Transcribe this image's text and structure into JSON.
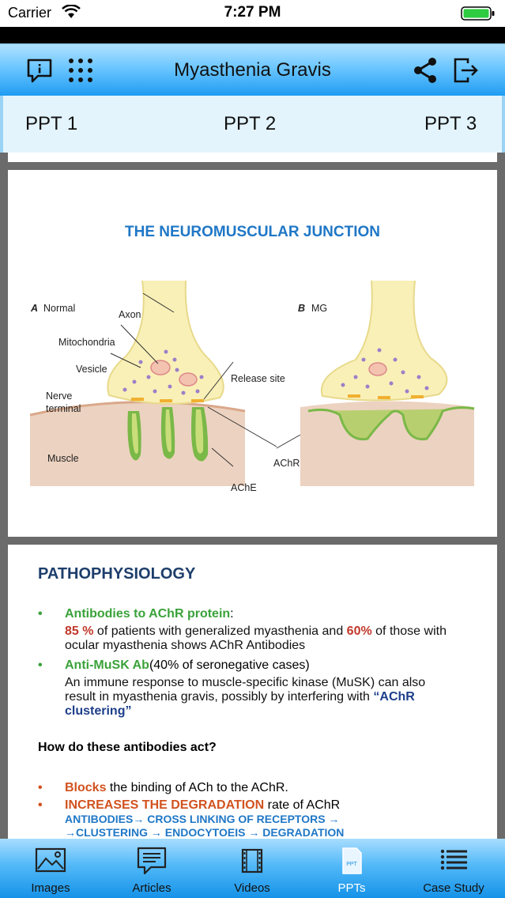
{
  "status": {
    "carrier": "Carrier",
    "time": "7:27 PM"
  },
  "nav": {
    "title": "Myasthenia Gravis"
  },
  "tabs": [
    "PPT 1",
    "PPT 2",
    "PPT 3"
  ],
  "slide1": {
    "title": "THE NEUROMUSCULAR JUNCTION",
    "labels": {
      "a_letter": "A",
      "a_text": "Normal",
      "b_letter": "B",
      "b_text": "MG",
      "axon": "Axon",
      "mito": "Mitochondria",
      "vesicle": "Vesicle",
      "nerve1": "Nerve",
      "nerve2": "terminal",
      "release": "Release site",
      "muscle": "Muscle",
      "achr": "AChR",
      "ache": "AChE"
    }
  },
  "slide2": {
    "title": "PATHOPHYSIOLOGY",
    "b1_head": "Antibodies to AChR protein",
    "b1_colon": ":",
    "b1_pct1": "85 %",
    "b1_t1": " of patients with generalized myasthenia and ",
    "b1_pct2": "60%",
    "b1_t2": " of those with",
    "b1_line2": "ocular myasthenia shows AChR Antibodies",
    "b2_head": "Anti-MuSK Ab",
    "b2_paren": "(40% of seronegative cases)",
    "b2_line1": "An immune response to muscle-specific kinase (MuSK) can also",
    "b2_line2a": "result in myasthenia gravis, possibly by interfering with ",
    "b2_q1": "“AChR",
    "b2_q2": "clustering”",
    "question": "How do these antibodies act?",
    "b3_head": "Blocks",
    "b3_rest": " the binding of ACh to the AChR.",
    "b4_head": "INCREASES THE DEGRADATION",
    "b4_rest": " rate of AChR",
    "b4_line2": "ANTIBODIES→ CROSS LINKING OF RECEPTORS →",
    "b4_line3": "→CLUSTERING → ENDOCYTOEIS → DEGRADATION"
  },
  "tabbar": [
    {
      "label": "Images",
      "icon": "image-icon"
    },
    {
      "label": "Articles",
      "icon": "article-icon"
    },
    {
      "label": "Videos",
      "icon": "video-icon"
    },
    {
      "label": "PPTs",
      "icon": "ppt-icon"
    },
    {
      "label": "Case Study",
      "icon": "list-icon"
    }
  ],
  "ppt_badge": "PPT",
  "colors": {
    "accent": "#1f9cf2",
    "heading_blue": "#1f77c6",
    "green": "#3aa23a",
    "orange": "#d2521f"
  }
}
